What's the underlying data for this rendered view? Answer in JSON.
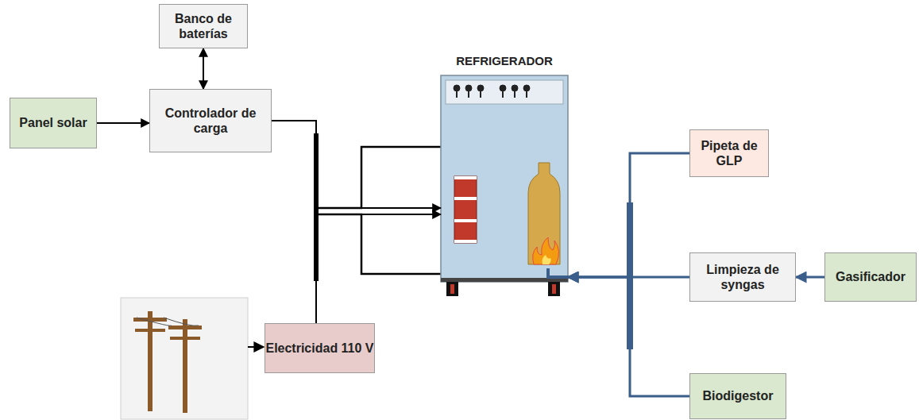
{
  "diagram": {
    "nodes": [
      {
        "text": [
          "Banco de baterías"
        ]
      },
      {
        "text": [
          "Panel solar"
        ]
      },
      {
        "text": [
          "Controlador de carga"
        ]
      },
      {
        "text": [
          "REFRIGERADOR"
        ]
      },
      {
        "text": [
          "Pipeta de GLP"
        ]
      },
      {
        "text": [
          "Limpieza de syngas"
        ]
      },
      {
        "text": [
          "Gasificador"
        ]
      },
      {
        "text": [
          "Electricidad 110 V"
        ]
      },
      {
        "text": [
          "Biodigestor"
        ]
      }
    ],
    "edges": [
      {
        "from": 0,
        "to": 2,
        "arrow": "both"
      },
      {
        "from": 1,
        "to": 2,
        "arrow": "to"
      },
      {
        "from": 2,
        "to": 3,
        "arrow": "to"
      },
      {
        "from": 7,
        "to": 3,
        "arrow": "to"
      },
      {
        "from": 4,
        "to": 3,
        "arrow": "to"
      },
      {
        "from": 6,
        "to": 5,
        "arrow": "to"
      },
      {
        "from": 5,
        "to": 3,
        "arrow": "to"
      },
      {
        "from": 8,
        "to": 3,
        "arrow": "to"
      }
    ]
  }
}
